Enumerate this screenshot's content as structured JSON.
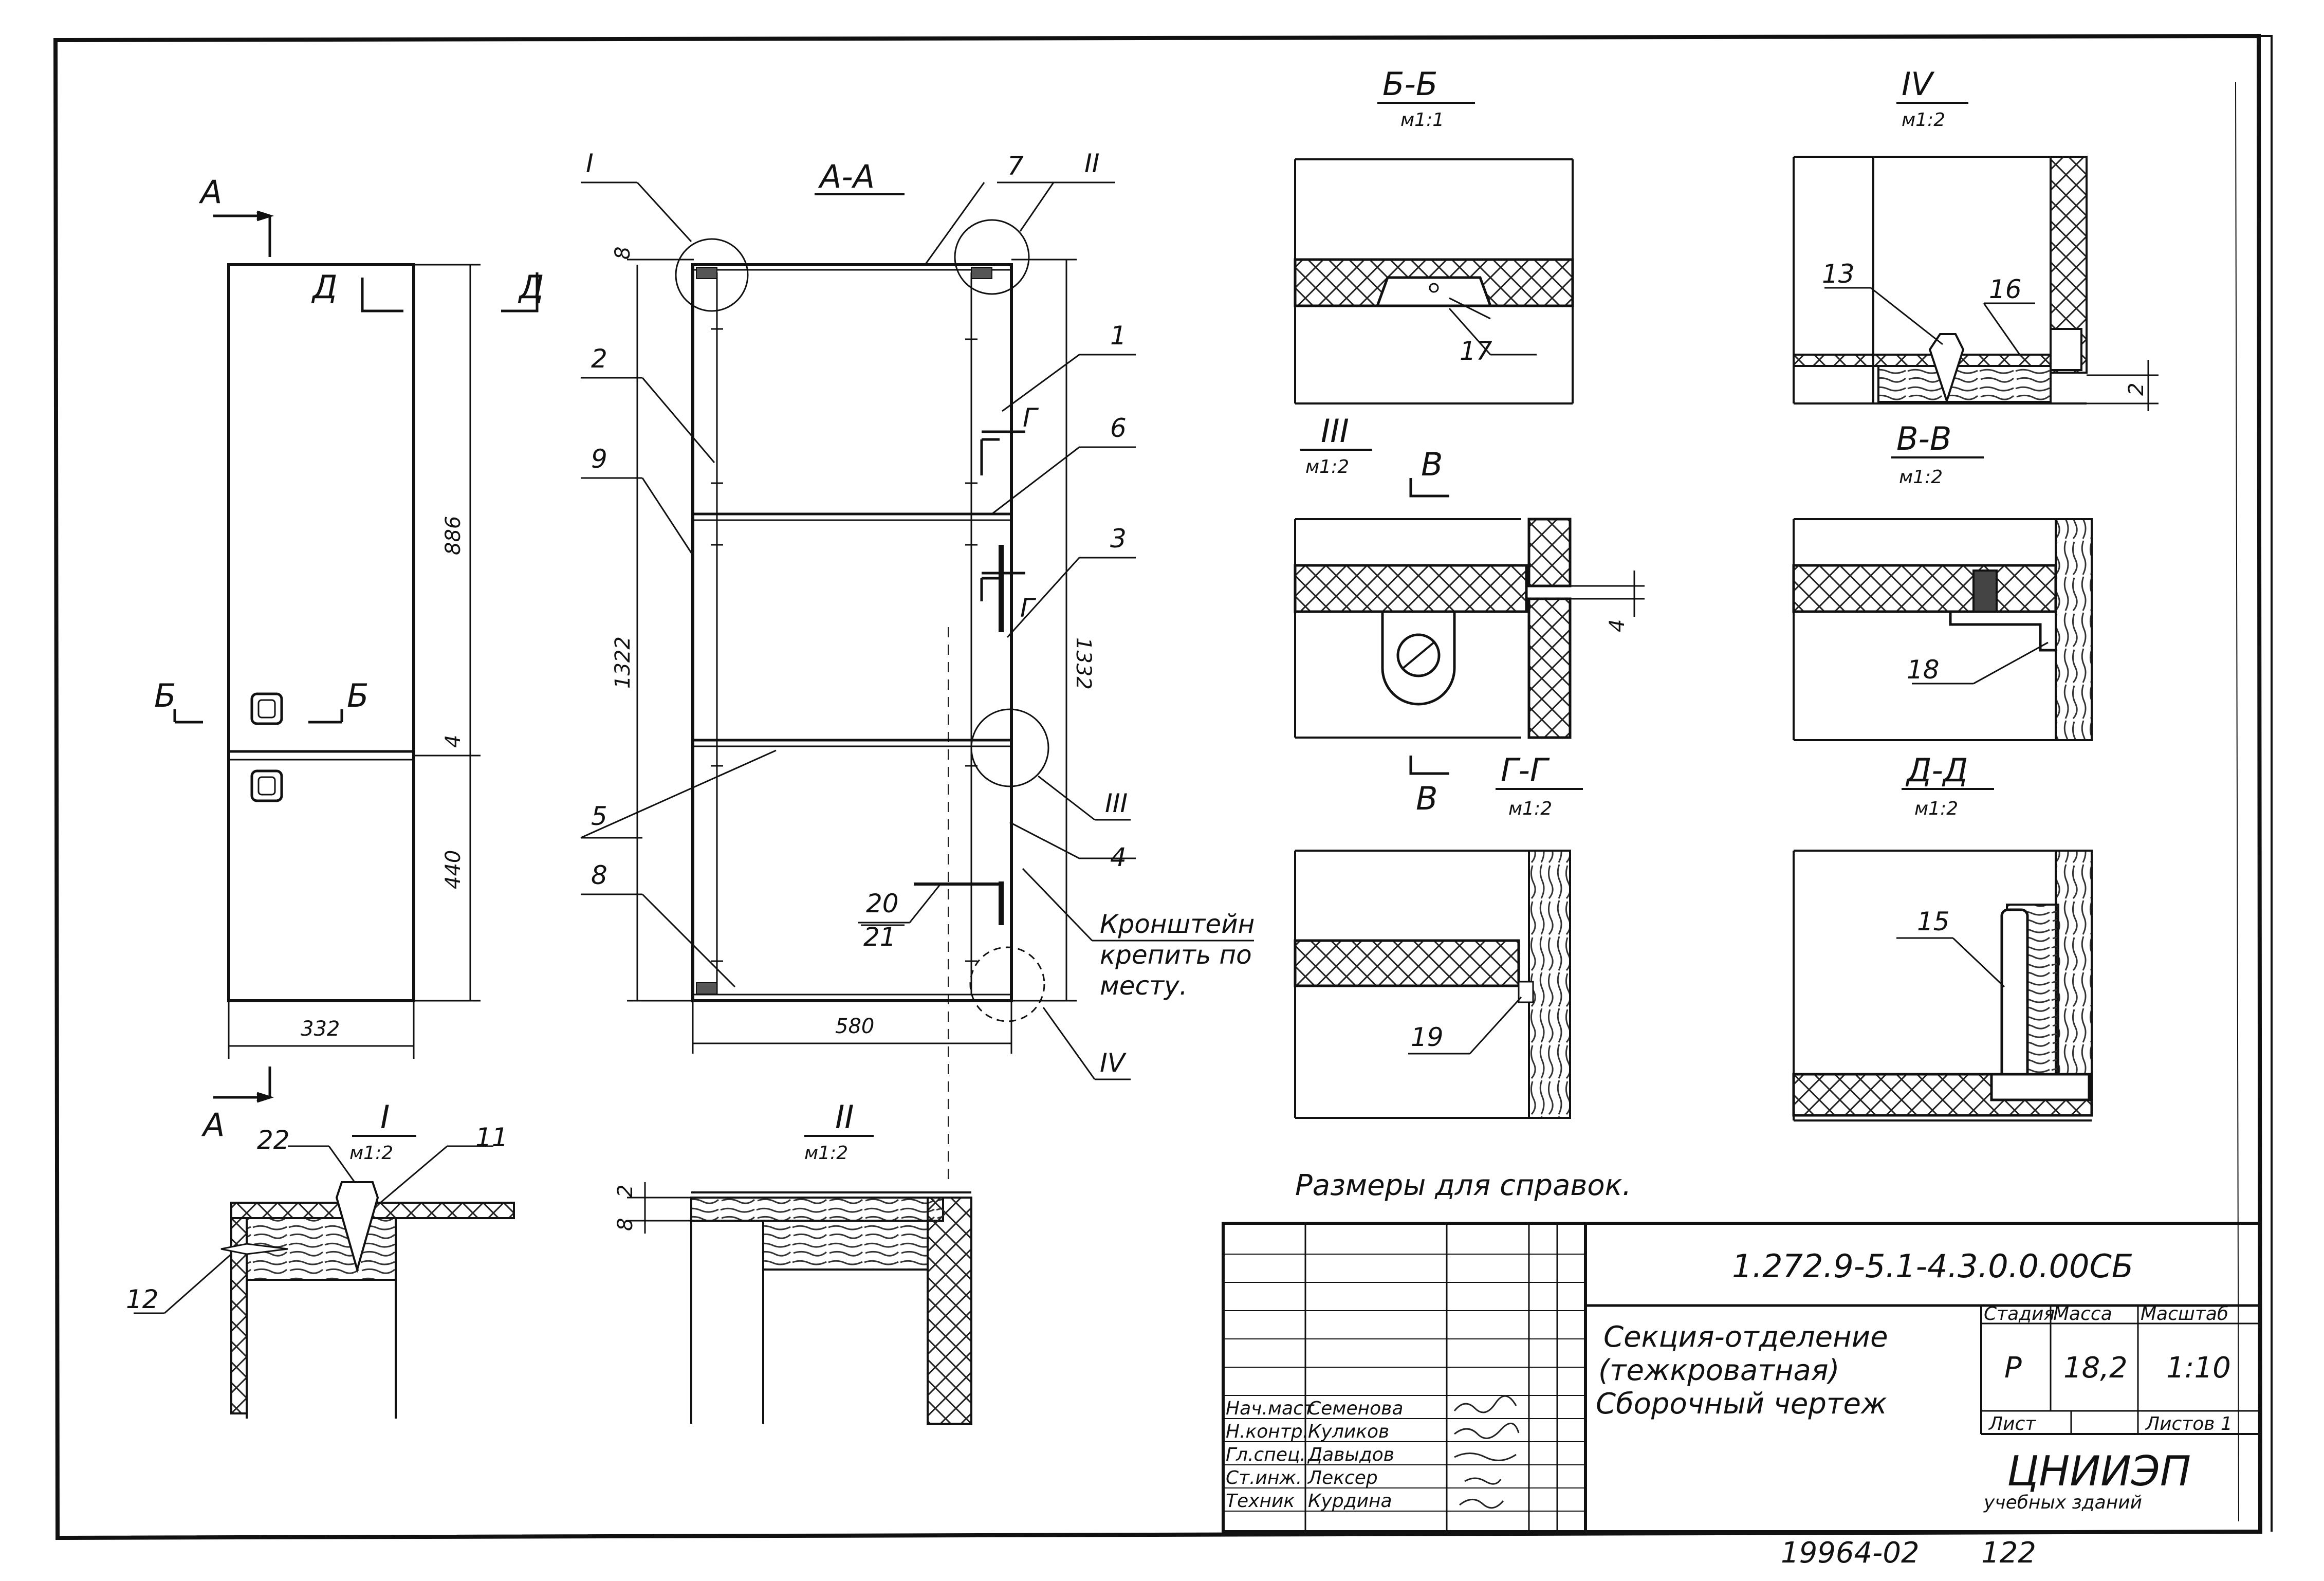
{
  "views": {
    "front": {
      "dims": [
        "886",
        "440",
        "4",
        "332"
      ],
      "section_marks": [
        "А",
        "Д",
        "Д",
        "Б",
        "Б",
        "А"
      ]
    },
    "aa": {
      "title": "А-А",
      "dims": [
        "8",
        "1322",
        "1332",
        "580"
      ],
      "callouts": [
        "I",
        "II",
        "III",
        "IV"
      ],
      "items": [
        "7",
        "1",
        "2",
        "6",
        "9",
        "3",
        "5",
        "4",
        "8",
        "20",
        "21"
      ],
      "section_marks": [
        "Г",
        "Г"
      ],
      "note": [
        "Кронштейн",
        "крепить по",
        "месту."
      ]
    },
    "bb": {
      "title": "Б-Б",
      "scale": "м1:1",
      "items": [
        "17"
      ]
    },
    "iv": {
      "title": "IV",
      "scale": "м1:2",
      "items": [
        "13",
        "16"
      ],
      "dims": [
        "2"
      ]
    },
    "iii": {
      "title": "III",
      "scale": "м1:2",
      "section_mark": "В",
      "dims": [
        "4"
      ]
    },
    "vv": {
      "title": "В-В",
      "scale": "м1:2",
      "items": [
        "18"
      ]
    },
    "gg": {
      "title": "Г-Г",
      "scale": "м1:2",
      "items": [
        "19"
      ]
    },
    "dd": {
      "title": "Д-Д",
      "scale": "м1:2",
      "items": [
        "15"
      ]
    },
    "i": {
      "title": "I",
      "scale": "м1:2",
      "items": [
        "22",
        "11",
        "12"
      ]
    },
    "ii": {
      "title": "II",
      "scale": "м1:2",
      "dims": [
        "8",
        "2"
      ]
    }
  },
  "note_reference": "Размеры для справок.",
  "title_block": {
    "doc_code": "1.272.9-5.1-4.3.0.0.00СБ",
    "title_lines": [
      "Секция-отделение",
      "(тежкроватная)",
      "Сборочный чертеж"
    ],
    "headers": {
      "stage": "Стадия",
      "mass": "Масса",
      "scale": "Масштаб"
    },
    "values": {
      "stage": "Р",
      "mass": "18,2",
      "scale": "1:10"
    },
    "sheet_label": "Лист",
    "sheets_label": "Листов 1",
    "org": "ЦНИИЭП",
    "org_sub": "учебных зданий",
    "staff": [
      {
        "role": "Нач.маст",
        "name": "Семенова"
      },
      {
        "role": "Н.контр.",
        "name": "Куликов"
      },
      {
        "role": "Гл.спец.",
        "name": "Давыдов"
      },
      {
        "role": "Ст.инж.",
        "name": "Лексер"
      },
      {
        "role": "Техник",
        "name": "Курдина"
      }
    ]
  },
  "footer": {
    "inventory": "19964-02",
    "page": "122"
  }
}
